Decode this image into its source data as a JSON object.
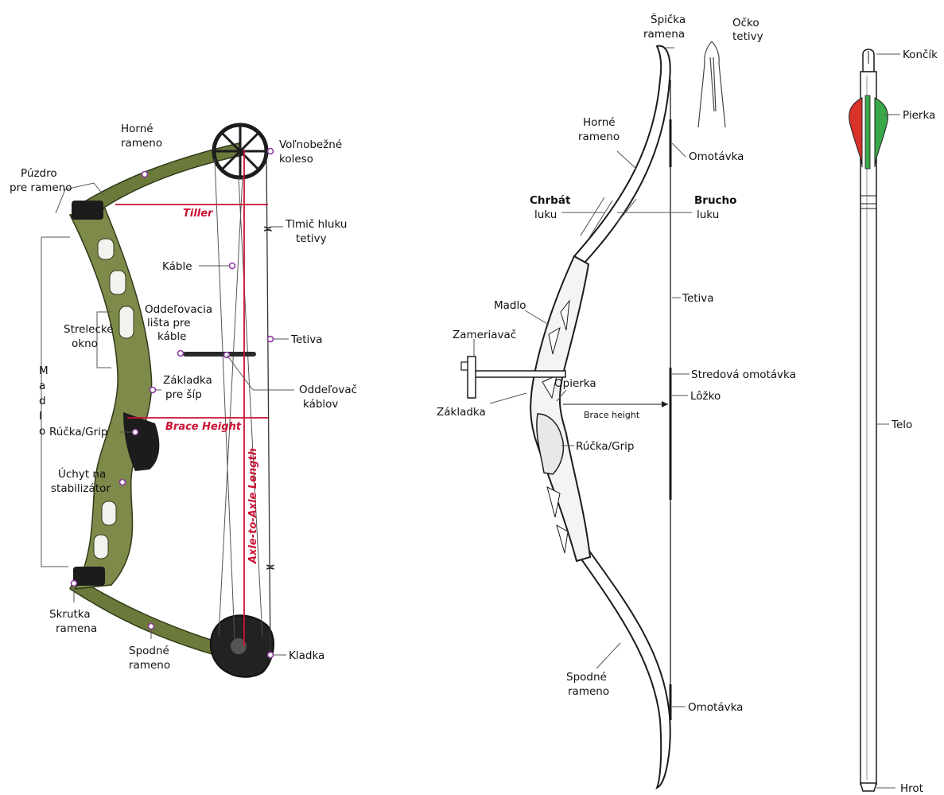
{
  "colors": {
    "accent_red": "#cc1133",
    "marker_purple": "#8a3a9c",
    "camo_green": "#6b7a3a",
    "fletch_red": "#d9322b",
    "fletch_green": "#3aa84a"
  },
  "compound_bow": {
    "labels": {
      "upper_limb": [
        "Horné",
        "rameno"
      ],
      "limb_pocket": [
        "Púzdro",
        "pre rameno"
      ],
      "idler_wheel": [
        "Voľnobežné",
        "koleso"
      ],
      "string_silencer": [
        "Tlmič hluku",
        "tetivy"
      ],
      "cables": "Káble",
      "cable_guard": [
        "Oddeľovacia",
        "lišta pre",
        "káble"
      ],
      "sight_window": [
        "Strelecké",
        "okno"
      ],
      "string": "Tetiva",
      "arrow_shelf": [
        "Základka",
        "pre šíp"
      ],
      "cable_slide": [
        "Oddeľovač",
        "káblov"
      ],
      "riser": "Madlo",
      "grip": "Rúčka/Grip",
      "stabilizer_mount": [
        "Úchyt na",
        "stabilizátor"
      ],
      "limb_bolt": [
        "Skrutka",
        "ramena"
      ],
      "lower_limb": [
        "Spodné",
        "rameno"
      ],
      "cam": "Kladka"
    },
    "measurements": {
      "tiller": "Tiller",
      "brace_height": "Brace Height",
      "axle_to_axle": "Axle-to-Axle Length"
    }
  },
  "recurve_bow": {
    "labels": {
      "limb_tip": [
        "Špička",
        "ramena"
      ],
      "string_loop": [
        "Očko",
        "tetivy"
      ],
      "upper_limb": [
        "Horné",
        "rameno"
      ],
      "serving_top": "Omotávka",
      "back": [
        "Chrbát",
        "luku"
      ],
      "belly": [
        "Brucho",
        "luku"
      ],
      "string": "Tetiva",
      "riser": "Madlo",
      "sight": "Zameriavač",
      "plunger_rest": "Opierka",
      "center_serving": "Stredová omotávka",
      "nocking_point": "Lôžko",
      "shelf": "Základka",
      "brace_height": "Brace height",
      "grip": "Rúčka/Grip",
      "lower_limb": [
        "Spodné",
        "rameno"
      ],
      "serving_bottom": "Omotávka"
    }
  },
  "arrow": {
    "labels": {
      "nock": "Končík",
      "fletching": "Pierka",
      "shaft": "Telo",
      "point": "Hrot"
    }
  }
}
